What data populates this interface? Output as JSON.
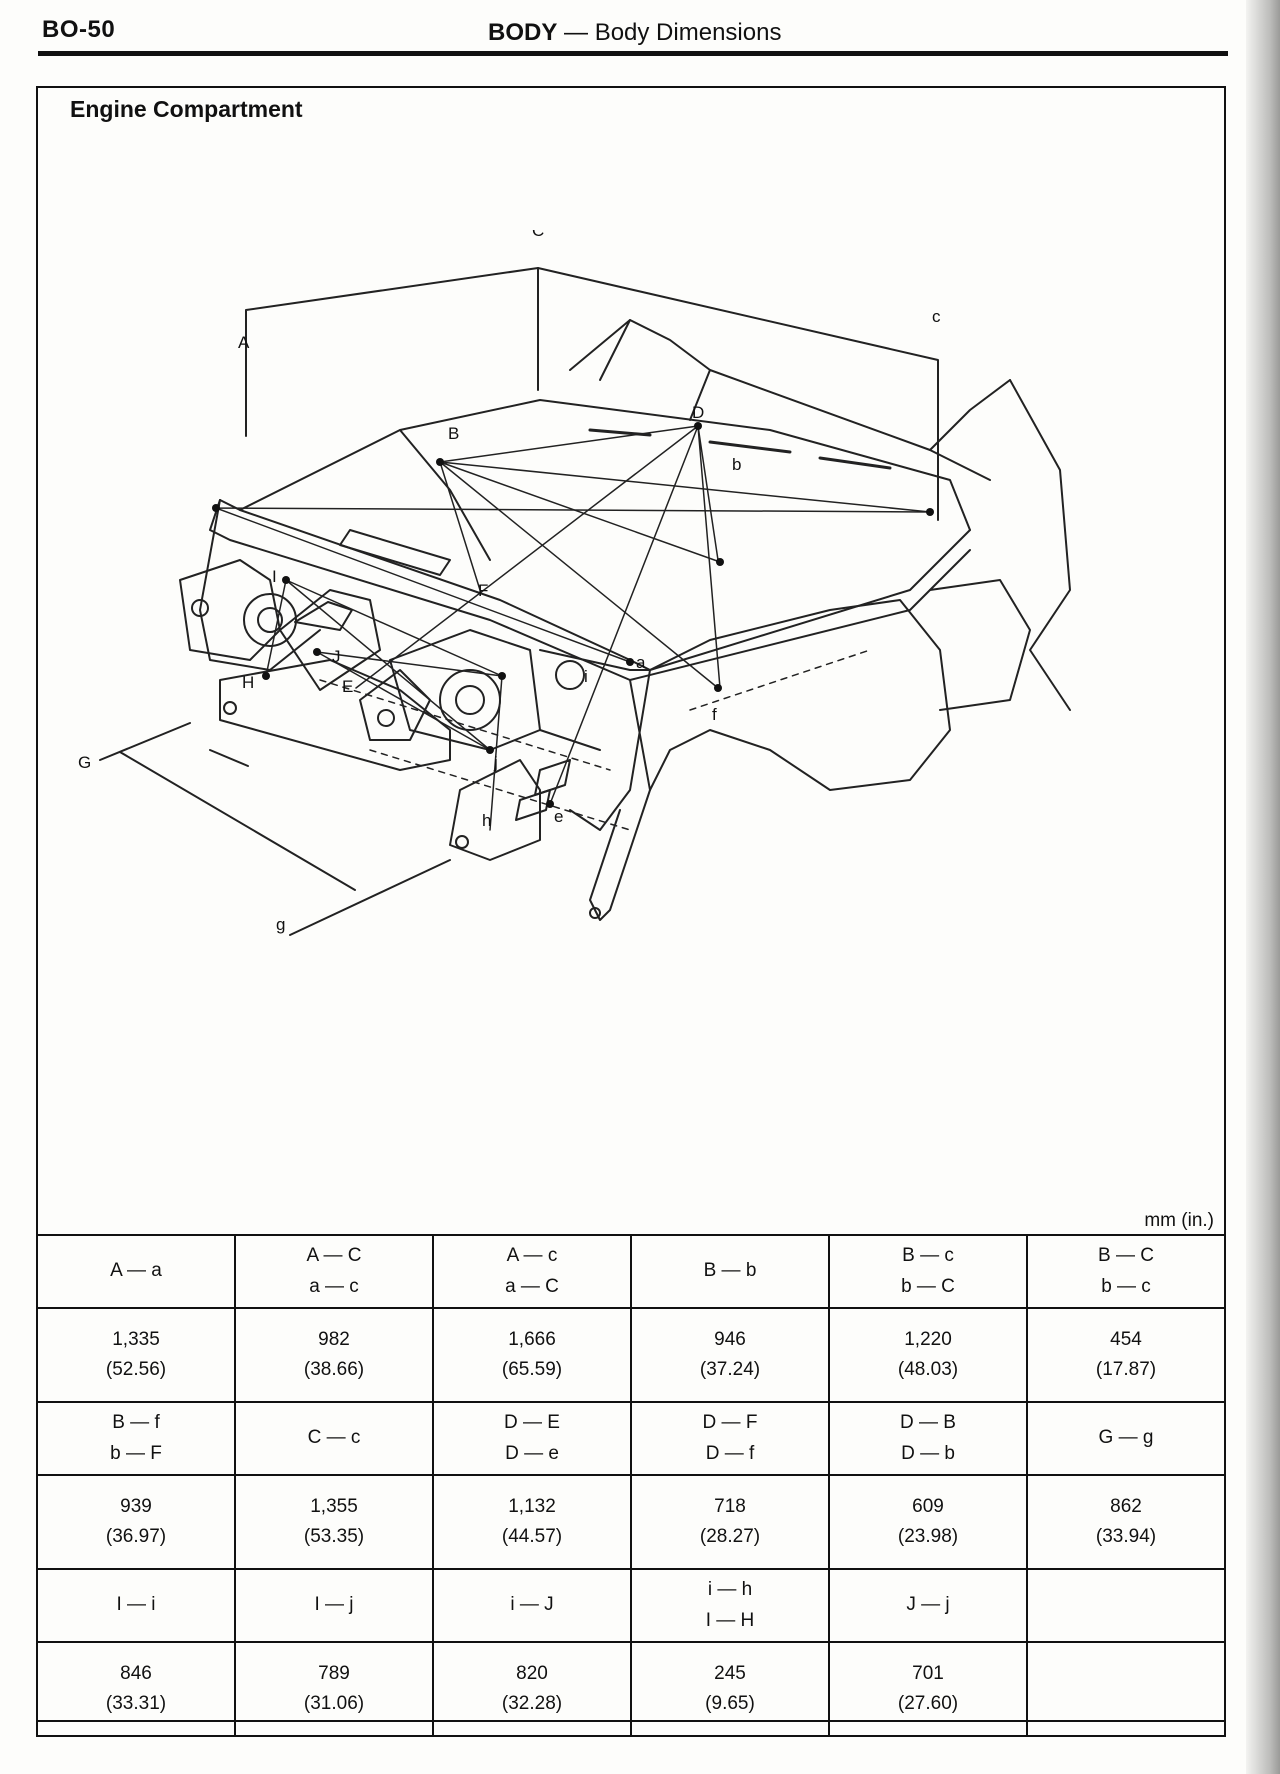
{
  "header": {
    "page_id": "BO-50",
    "section": "BODY",
    "separator": " — ",
    "subsection": "Body Dimensions"
  },
  "section_title": "Engine Compartment",
  "diagram": {
    "labels": [
      "A",
      "B",
      "C",
      "D",
      "E",
      "F",
      "G",
      "H",
      "I",
      "J",
      "a",
      "b",
      "c",
      "e",
      "f",
      "g",
      "h",
      "i",
      "j"
    ]
  },
  "units": "mm (in.)",
  "table": {
    "rows": [
      {
        "headers": [
          [
            "A — a"
          ],
          [
            "A — C",
            "a — c"
          ],
          [
            "A — c",
            "a — C"
          ],
          [
            "B — b"
          ],
          [
            "B — c",
            "b — C"
          ],
          [
            "B — C",
            "b — c"
          ]
        ],
        "values": [
          [
            "1,335",
            "(52.56)"
          ],
          [
            "982",
            "(38.66)"
          ],
          [
            "1,666",
            "(65.59)"
          ],
          [
            "946",
            "(37.24)"
          ],
          [
            "1,220",
            "(48.03)"
          ],
          [
            "454",
            "(17.87)"
          ]
        ]
      },
      {
        "headers": [
          [
            "B — f",
            "b — F"
          ],
          [
            "C — c"
          ],
          [
            "D — E",
            "D — e"
          ],
          [
            "D — F",
            "D — f"
          ],
          [
            "D — B",
            "D — b"
          ],
          [
            "G — g"
          ]
        ],
        "values": [
          [
            "939",
            "(36.97)"
          ],
          [
            "1,355",
            "(53.35)"
          ],
          [
            "1,132",
            "(44.57)"
          ],
          [
            "718",
            "(28.27)"
          ],
          [
            "609",
            "(23.98)"
          ],
          [
            "862",
            "(33.94)"
          ]
        ]
      },
      {
        "headers": [
          [
            "I — i"
          ],
          [
            "I — j"
          ],
          [
            "i — J"
          ],
          [
            "i — h",
            "I — H"
          ],
          [
            "J — j"
          ],
          [
            ""
          ]
        ],
        "values": [
          [
            "846",
            "(33.31)"
          ],
          [
            "789",
            "(31.06)"
          ],
          [
            "820",
            "(32.28)"
          ],
          [
            "245",
            "(9.65)"
          ],
          [
            "701",
            "(27.60)"
          ],
          [
            "",
            ""
          ]
        ]
      }
    ]
  }
}
